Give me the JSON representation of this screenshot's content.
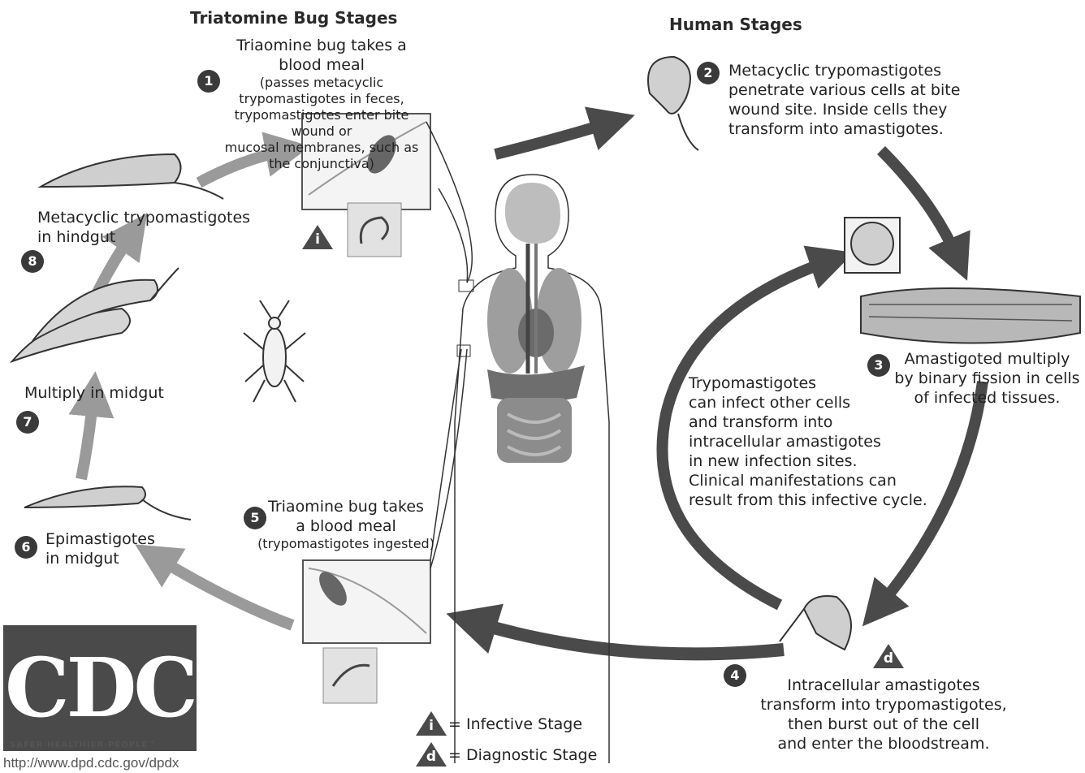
{
  "headings": {
    "bug": "Triatomine Bug Stages",
    "human": "Human Stages"
  },
  "stages": {
    "s1": {
      "num": "1",
      "title": "Triaomine bug takes a blood meal",
      "lines": [
        "(passes metacyclic trypomastigotes in feces,",
        "trypomastigotes enter bite wound or",
        "mucosal membranes, such as the conjunctiva)"
      ]
    },
    "s2": {
      "num": "2",
      "lines": [
        "Metacyclic trypomastigotes",
        "penetrate various cells at bite",
        "wound site. Inside cells they",
        "transform into amastigotes."
      ]
    },
    "s3": {
      "num": "3",
      "lines": [
        "Amastigoted multiply",
        "by binary fission in cells",
        "of infected tissues."
      ]
    },
    "s4": {
      "num": "4",
      "lines": [
        "Intracellular amastigotes",
        "transform into trypomastigotes,",
        "then burst out of the cell",
        "and enter the bloodstream."
      ]
    },
    "s5": {
      "num": "5",
      "lines": [
        "Triaomine bug takes",
        "a blood meal"
      ],
      "sub": "(trypomastigotes ingested)"
    },
    "s6": {
      "num": "6",
      "lines": [
        "Epimastigotes",
        "in midgut"
      ]
    },
    "s7": {
      "num": "7",
      "lines": [
        "Multiply in midgut"
      ]
    },
    "s8": {
      "num": "8",
      "lines": [
        "Metacyclic trypomastigotes",
        "in hindgut"
      ]
    }
  },
  "center_text": [
    "Trypomastigotes",
    "can infect other cells",
    "and transform into",
    "intracellular amastigotes",
    "in new infection sites.",
    "Clinical manifestations can",
    "result from this infective cycle."
  ],
  "legend": {
    "infective_letter": "i",
    "infective_label": "= Infective Stage",
    "diagnostic_letter": "d",
    "diagnostic_label": "= Diagnostic Stage"
  },
  "cdc": {
    "logo": "CDC",
    "slogan": "SAFER·HEALTHIER·PEOPLE™",
    "url": "http://www.dpd.cdc.gov/dpdx"
  }
}
